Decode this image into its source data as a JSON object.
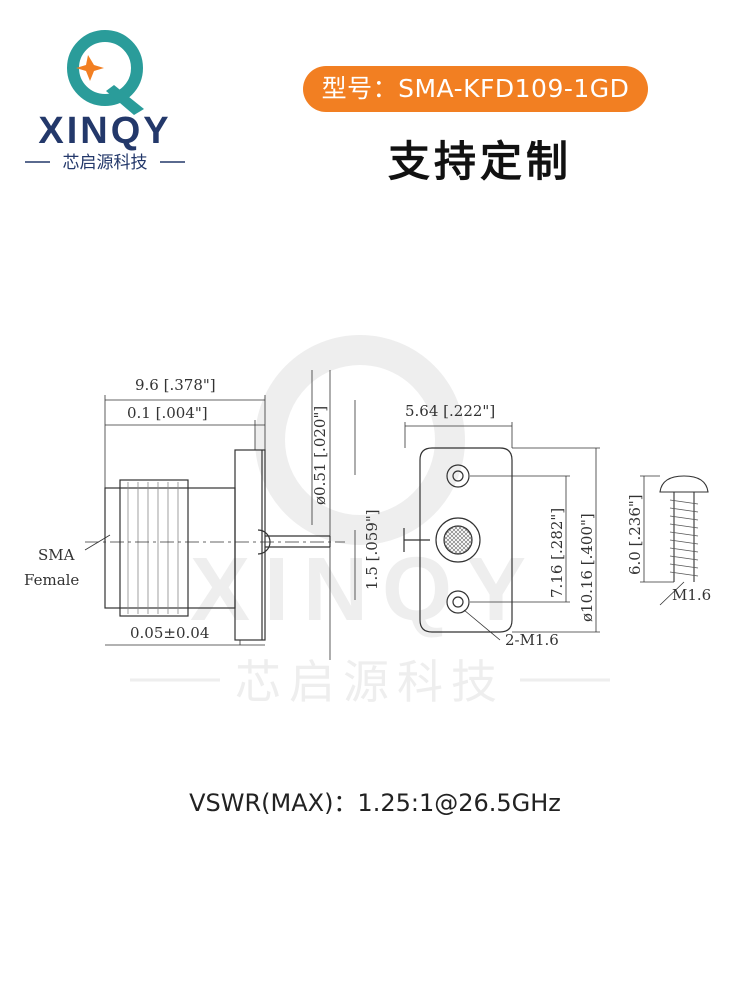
{
  "brand": {
    "logo_text": "XINQY",
    "cn_name": "芯启源科技",
    "colors": {
      "teal": "#2a9c9a",
      "navy": "#23386a",
      "orange": "#f27f22"
    }
  },
  "header": {
    "model_label": "型号：SMA-KFD109-1GD",
    "slogan": "支持定制"
  },
  "watermark": {
    "text": "XINQY",
    "cn": "芯启源科技"
  },
  "drawing": {
    "dim_overall_length": "9.6 [.378\"]",
    "dim_flange_offset": "0.1 [.004\"]",
    "dim_pin_diameter": "ø0.51 [.020\"]",
    "dim_pin_protrusion": "1.5 [.059\"]",
    "dim_body_gap": "0.05±0.04",
    "label_sma": "SMA",
    "label_female": "Female",
    "dim_flange_width": "5.64 [.222\"]",
    "dim_hole_spacing": "7.16 [.282\"]",
    "dim_flange_height": "ø10.16 [.400\"]",
    "label_holes": "2-M1.6",
    "dim_screw_length": "6.0 [.236\"]",
    "label_screw": "M1.6"
  },
  "spec": {
    "vswr": "VSWR(MAX)：1.25:1@26.5GHz"
  }
}
